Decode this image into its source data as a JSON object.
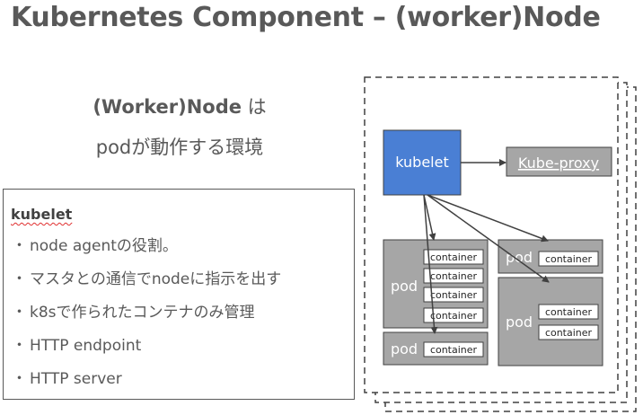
{
  "slide": {
    "title": "Kubernetes Component – (worker)Node",
    "subtitle_bold": "(Worker)Node",
    "subtitle_suffix": " は",
    "subtitle_line2": "podが動作する環境"
  },
  "info_box": {
    "heading": "kubelet",
    "items": [
      "node agentの役割。",
      "マスタとの通信でnodeに指示を出す",
      "k8sで作られたコンテナのみ管理",
      "HTTP endpoint",
      "HTTP server"
    ],
    "bullet": "・"
  },
  "diagram": {
    "kubelet_label": "kubelet",
    "kube_proxy_label": "Kube-proxy",
    "pod_label": "pod",
    "container_label": "container",
    "colors": {
      "kubelet_fill": "#4a7fd4",
      "box_fill": "#a6a6a6",
      "container_fill": "#ffffff",
      "stroke": "#404040"
    }
  }
}
